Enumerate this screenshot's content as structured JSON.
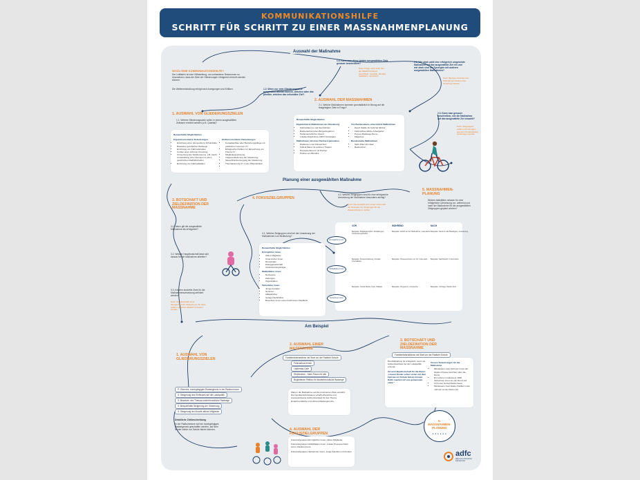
{
  "header": {
    "title": "KOMMUNIKATIONSHILFE",
    "subtitle": "SCHRITT FÜR SCHRITT ZU EINER MASSNAHMENPLANUNG"
  },
  "sections": {
    "auswahl": "Auswahl der Maßnahme",
    "planung": "Planung einer ausgewählten Maßnahme",
    "beispiel": "Am Beispiel"
  },
  "intro": {
    "title": "WOZU EINE KOMMUNIKATIONSHILFE?",
    "text": "Der Leitfaden ist eine Hilfestellung, um vorhandene Ressourcen so einzusetzen, dass die Ziele der Gliederungen erfolgreich erreicht werden können.",
    "text2": "Die Weiterentwicklung erfolgt nach Anregungen und Kritiken."
  },
  "step1": {
    "title": "1. AUSWAHL VON GLIEDERUNGSZIELEN",
    "q": "1.1. Welche Gliederungsziele sollen in einem ausgewählten Zeitraum erreicht werden (z.B. Quartal)?",
    "card_title": "Beispielhafte Möglichkeiten",
    "col1_head": "Ergebnisorientierte Zielsetzungen",
    "col1": [
      "Errichtung einer (temporären) Schulstraße",
      "Bauweise geschützter Radwege",
      "Errichtung von Fahrradstraßen",
      "Umbau einer sicheren Kreuzung",
      "Umwertung des Straßenraums, z.B. durch Umwandlung einer Autospur in einen geschützten Radfahrstreifen",
      "Errichtung von Fahrradställen"
    ],
    "col2_head": "Einflussorientierte Zielsetzungen",
    "col2": [
      "Kontaktaufbau oder Beziehungspflege mit politischen Gremium XY",
      "Erfolgreiche Petition zur Einreichung von Thema XY",
      "Mitgliedergewinnung",
      "Imageveränderung der Gliederung",
      "Steuerfinanzerzeugung der Gliederung",
      "Thematisierung XY in der Öffentlichkeit",
      "…"
    ]
  },
  "q12": "1.2. Wenn nur zwei Gliederungsziele ausgewählt werden können, welches wäre das primäre, welches das sekundäre Ziel?",
  "q13": "1.3. Kann man diese beiden ausgewählten Ziele genauer beschreiben?",
  "note13": "Notiz: Frage nach auch hier die SMART-Kriterien (spezifisch, messbar, attraktiv, realistisch, terminiert)",
  "step2": {
    "title": "2. AUSWAHL DER MASSNAHMEN",
    "q": "2.1. Welche Maßnahmen kommen grundsätzlich in Bezug auf die festgelegten Ziele in Frage?",
    "card_title": "Beispielhafte Möglichkeiten",
    "a_head": "Eigeninitiierte Maßnahmen der Gliederung",
    "a": [
      "Fahrraddemos und Sternfahrten",
      "Radverkehrsrouten-Bürgerbegehren",
      "Parlamentarischer Abend",
      "Lokales Ergebnisse ADFC Kampagne"
    ],
    "b_head": "Maßnahmen mit einer Partnerorganisation",
    "b": [
      "Radtouren zum Klimaschutz",
      "Kidical Mass mit anderen Trägern",
      "Pressekonferenz mit Partner",
      "Petition am Bündnis"
    ],
    "c_head": "Von Bundesebene unterstützte Maßnahmen",
    "c": [
      "Damit Städte für Fahrrad fahrbar",
      "Fahrradfreundliche Arbeitgeber",
      "Pop-up-Radwege-Demo",
      "Magazine"
    ],
    "d_head": "Bundesweite Maßnahmen",
    "d": [
      "Mehr Platz fürs Rad",
      "Radvolution"
    ]
  },
  "q22": "2.2. Wie stark zahlt eine erfolgreich umgesetzte Maßnahme auf das ausgewählte Ziel ein und wie stark sind die Synergien mit anderen ausgewählten Maßnahmen?",
  "note22": "Notiz: Bezüge zwischen den Maßnahmen können hier hinterfragt werden",
  "q23": "2.3. Kann man genauer beschreiben, wie die Maßnahme auf das ausgewählte Ziel einzahlt?",
  "note23": "Notiz: Zielgruppen sollten mit Lösungen aus dem Förderkatalog einbezogen werden",
  "step3": {
    "title": "3. BOTSCHAFT UND ZIELDEFINITION DER MASSNAHME",
    "q1": "3.1. Wann gilt die ausgewählte Maßnahme als erfolgreich?",
    "q2": "3.2. Welche Hauptbotschaft lässt sich daraus für die Maßnahme ableiten?",
    "q3": "3.3. Können konkrete Ziele für die Maßnahmenumsetzung definiert werden?",
    "note": "Notiz: Kernbotschaft einer übergeordneten Zielsetzung; die Ziele sollten möglichst SMART formuliert werden"
  },
  "step4": {
    "title": "4. FOKUSZIELGRUPPEN",
    "q1": "4.1. Welche Zielgruppen sind bei der Umsetzung der Maßnahmen von Bedeutung?",
    "card_title": "Beispielhafte Möglichkeiten",
    "g1_head": "Ermöglicher innen",
    "g1": [
      "Aktive Mitglieder",
      "Unterstützer innen",
      "Demokratie",
      "Dialoggesellschaft",
      "Verantwortungsträger"
    ],
    "g2_head": "Multiplikator innen",
    "g2": [
      "Netzwerke",
      "Zeitungen",
      "Organisation"
    ],
    "g3_head": "Teilnehmer innen",
    "g3": [
      "Junge Familien",
      "Senioren",
      "Alltagsfahrer",
      "Gelegenheitsfahrer",
      "Bewohner innen eines bestimmten Stadtteils"
    ],
    "q2": "4.2. Welche Zielgruppen sind für eine erfolgreiche Umsetzung der Maßnahme besonders wichtig?",
    "note2": "Notiz: Die Auswahl ist in erster Linie nach der Relevanz der Zielgruppe für die Zielerreichung zu treffen"
  },
  "step5": {
    "title": "5. MASSNAHMEN-PLANUNG",
    "q": "Welche Aktivitäten müssen für eine erfolgreiche Umsetzung vor, während und nach der Maßnahme für die ausgewählten Zielgruppen geplant werden?"
  },
  "grid": {
    "headers": [
      "VOR",
      "WÄHREND",
      "NACH"
    ],
    "rows": [
      {
        "label": "Ermöglicher innen",
        "cells": [
          "Beispiele: Mitgliedertreffen, Einladungen, Vorbereitungstreffen",
          "Beispiele: Auftritt an der Maßnahme, Gespräche",
          "Beispiele: Dank an alle Beteiligten, Auswertung"
        ]
      },
      {
        "label": "Multiplikator innen",
        "cells": [
          "Beispiele: Pressemitteilung, Kontakt Journalisten",
          "Beispiele: Pressevertreter vor Ort, Interviews",
          "Beispiele: Nachbericht, Fotos teilen"
        ]
      },
      {
        "label": "Teilnehmer innen",
        "cells": [
          "Beispiele: Social Media, Flyer, Plakate",
          "Beispiele: Programm, Ansprache",
          "Beispiele: Umfrage, Danke-Post"
        ]
      }
    ]
  },
  "example": {
    "s1_title": "1. AUSWAHL VON GLIEDERUNGSZIELEN",
    "s1_items": [
      "P: Sicheres, durchgängiges Radwegenetz in der Radkommune",
      "S: Steigerung des Einflusses auf die Lokalpolitik",
      "S: Besetzen des Themas kinderfreundliche Radwege",
      "S: Beispielhafte Steigerung der Gliederung",
      "S: Steigerung der Anzahl aktiver Mitglieder"
    ],
    "s1_detail_title": "Detaillierte Zielbeschreibung",
    "s1_detail": "In der Radkommune soll ein durchgängiges Radwegenetz geschaffen werden, auf dem Kinder sicher zur Schule fahren können.",
    "s2_title": "2. AUSWAHL EINER MASSNAHME",
    "s2_items": [
      "Familienfahrraddemo mit Start vor der Radfahr-Schule",
      "Fahrradbus-lernen",
      "Lastenrad-Café",
      "Straßenfest – Mehr Raum für alle",
      "Begleitende Petition für kinderfreundliche Radwege"
    ],
    "s2_text": "Warum die Maßnahme auf die priorisierten Ziele einzahlt: Die Familienfahrraddemo schafft öffentliche und pressewirksame Aufmerksamkeit für das Thema kinderfreundliche und sichere Radwegenetze.",
    "s3_title": "3. BOTSCHAFT UND ZIELDEFINITION DER MASSNAHME",
    "s3_item": "Familienfahrraddemo mit Start vor der Radfahr-Schule",
    "s3_text": "Die Maßnahme ist erfolgreich, wenn sie Aufmerksamkeit bei der Lokalpolitik erzeugt.",
    "s3_msg": "Unsere Hauptbotschaft für die Demo: „Unsere Kinder sollen sicher mit dem Fahrrad zur Schule fahren können. Dafür machen wir uns gemeinsam stark.“",
    "s3_goals_title": "Unsere Zielsetzungen für die Maßnahme",
    "s3_goals": [
      "Mindestens zwei Vertreter innen der lokalen Presse berichten über die Demo",
      "Es nehmen mindestens 1000 Teilnehmer innen an der Demo teil",
      "Auf unser Social Media Kanal",
      "Mindestens zwei lokale Politiker innen nehmen an der Demo teil"
    ],
    "s4_title": "4. AUSWAHL DER FOKUSZIELGRUPPEN",
    "s4_items": [
      "Fokuszielgruppen Ermöglicher innen: Aktive Mitglieder",
      "Fokuszielgruppen Multiplikator innen: Lokale Pressevertreter innen, Radkommune",
      "Fokuszielgruppen Teilnehmer innen: Junge Familien mit Kindern"
    ],
    "s5_title": "5. MASSNAHMEN-PLANUNG"
  },
  "logo": {
    "name": "adfc",
    "tagline": "Allgemeiner Deutscher Fahrrad-Club"
  },
  "colors": {
    "navy": "#1f4c7a",
    "orange": "#e8822a",
    "panel": "#e9ecef"
  }
}
